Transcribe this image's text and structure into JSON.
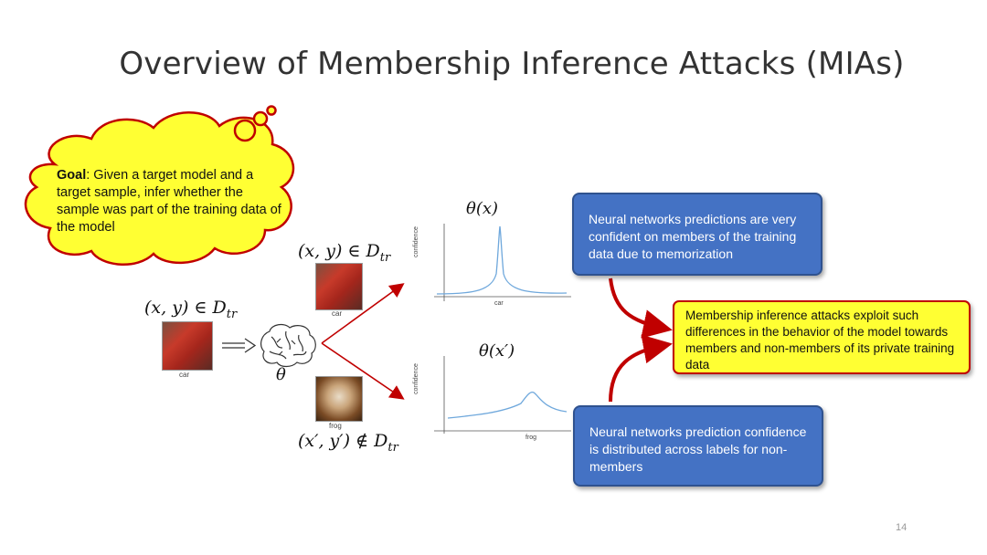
{
  "slide": {
    "title": "Overview of Membership Inference Attacks (MIAs)",
    "page_number": "14"
  },
  "goal_bubble": {
    "goal_label": "Goal",
    "goal_text": ": Given a target model and a target sample, infer whether the sample was part of the training data of the model"
  },
  "input": {
    "member_expr": "(x, y) ∈ D",
    "member_sub": "tr",
    "thumb_label": "car",
    "model_symbol": "θ"
  },
  "member_branch": {
    "expr": "(x, y) ∈ D",
    "sub": "tr",
    "thumb_label": "car",
    "plot_title": "θ(x)",
    "y_axis_label": "confidence",
    "x_tick_label": "car"
  },
  "nonmember_branch": {
    "expr": "(x′, y′) ∉ D",
    "sub": "tr",
    "thumb_label": "frog",
    "plot_title": "θ(x′)",
    "y_axis_label": "confidence",
    "x_tick_label": "frog"
  },
  "callouts": {
    "member_box": "Neural networks predictions are very confident on members of the training data due to memorization",
    "nonmember_box": "Neural networks prediction confidence is distributed across labels for non-members",
    "summary_box": "Membership inference attacks exploit such differences in the behavior of the model towards members and non-members of its private training data"
  },
  "colors": {
    "bubble_fill": "#ffff33",
    "bubble_stroke": "#c00000",
    "callout_blue": "#4472c4",
    "arrow_red": "#c00000",
    "plot_line": "#6fa8dc"
  }
}
